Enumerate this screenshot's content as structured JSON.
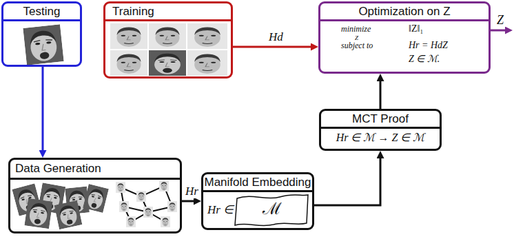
{
  "diagram": {
    "nodes": [
      {
        "text": [
          "Testing"
        ]
      },
      {
        "text": [
          "Training"
        ]
      },
      {
        "text": [
          "Optimization on Z",
          "minimize",
          "Z",
          "‖Z‖₁",
          "subject to",
          "Hr = HdZ",
          "Z ∈ ℳ."
        ]
      },
      {
        "text": [
          "MCT Proof",
          "Hr ∈ ℳ → Z ∈ ℳ"
        ]
      },
      {
        "text": [
          "Data Generation"
        ]
      },
      {
        "text": [
          "Manifold Embedding",
          "Hr ∈",
          "ℳ"
        ]
      }
    ],
    "edges": [
      {
        "from": 0,
        "to": 4,
        "arrow": "to"
      },
      {
        "from": 1,
        "to": 2,
        "arrow": "to",
        "label": "Hd"
      },
      {
        "from": 4,
        "to": 5,
        "arrow": "to",
        "label": "Hr"
      },
      {
        "from": 5,
        "to": 3,
        "arrow": "to"
      },
      {
        "from": 3,
        "to": 2,
        "arrow": "to"
      }
    ],
    "labels": [
      "Z"
    ]
  }
}
